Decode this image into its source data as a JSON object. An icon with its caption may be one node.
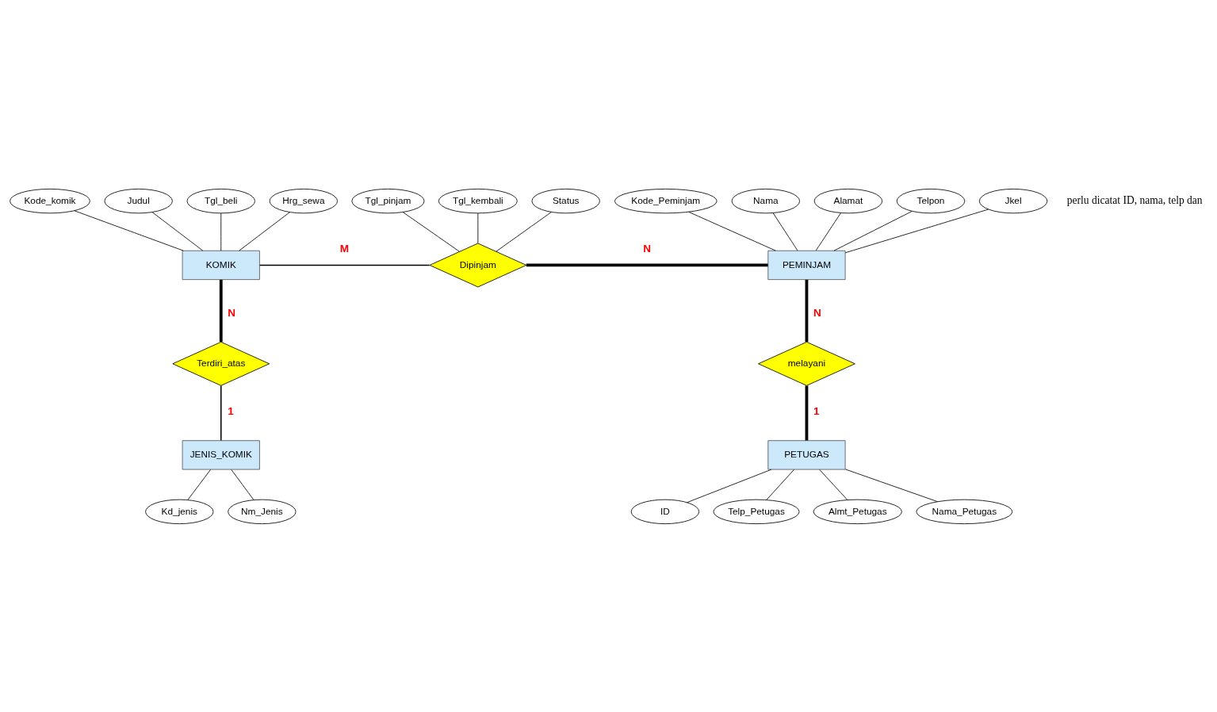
{
  "diagram": {
    "nodes": [
      {
        "text": [
          "KOMIK"
        ]
      },
      {
        "text": [
          "Kode_komik"
        ]
      },
      {
        "text": [
          "Judul"
        ]
      },
      {
        "text": [
          "Tgl_beli"
        ]
      },
      {
        "text": [
          "Hrg_sewa"
        ]
      },
      {
        "text": [
          "Dipinjam"
        ]
      },
      {
        "text": [
          "Tgl_pinjam"
        ]
      },
      {
        "text": [
          "Tgl_kembali"
        ]
      },
      {
        "text": [
          "Status"
        ]
      },
      {
        "text": [
          "PEMINJAM"
        ]
      },
      {
        "text": [
          "Kode_Peminjam"
        ]
      },
      {
        "text": [
          "Nama"
        ]
      },
      {
        "text": [
          "Alamat"
        ]
      },
      {
        "text": [
          "Telpon"
        ]
      },
      {
        "text": [
          "Jkel"
        ]
      },
      {
        "text": [
          "Terdiri_atas"
        ]
      },
      {
        "text": [
          "JENIS_KOMIK"
        ]
      },
      {
        "text": [
          "Kd_jenis"
        ]
      },
      {
        "text": [
          "Nm_Jenis"
        ]
      },
      {
        "text": [
          "melayani"
        ]
      },
      {
        "text": [
          "PETUGAS"
        ]
      },
      {
        "text": [
          "ID"
        ]
      },
      {
        "text": [
          "Telp_Petugas"
        ]
      },
      {
        "text": [
          "Almt_Petugas"
        ]
      },
      {
        "text": [
          "Nama_Petugas"
        ]
      }
    ],
    "edges": [
      {
        "from": 1,
        "to": 0,
        "arrow": "none"
      },
      {
        "from": 2,
        "to": 0,
        "arrow": "none"
      },
      {
        "from": 3,
        "to": 0,
        "arrow": "none"
      },
      {
        "from": 4,
        "to": 0,
        "arrow": "none"
      },
      {
        "from": 0,
        "to": 5,
        "arrow": "none",
        "label": "M"
      },
      {
        "from": 5,
        "to": 9,
        "arrow": "none",
        "label": "N",
        "style": "thick"
      },
      {
        "from": 6,
        "to": 5,
        "arrow": "none"
      },
      {
        "from": 7,
        "to": 5,
        "arrow": "none"
      },
      {
        "from": 8,
        "to": 5,
        "arrow": "none"
      },
      {
        "from": 10,
        "to": 9,
        "arrow": "none"
      },
      {
        "from": 11,
        "to": 9,
        "arrow": "none"
      },
      {
        "from": 12,
        "to": 9,
        "arrow": "none"
      },
      {
        "from": 13,
        "to": 9,
        "arrow": "none"
      },
      {
        "from": 14,
        "to": 9,
        "arrow": "none"
      },
      {
        "from": 0,
        "to": 15,
        "arrow": "none",
        "label": "N",
        "style": "thick"
      },
      {
        "from": 15,
        "to": 16,
        "arrow": "none",
        "label": "1"
      },
      {
        "from": 16,
        "to": 17,
        "arrow": "none"
      },
      {
        "from": 16,
        "to": 18,
        "arrow": "none"
      },
      {
        "from": 9,
        "to": 19,
        "arrow": "none",
        "label": "N",
        "style": "thick"
      },
      {
        "from": 19,
        "to": 20,
        "arrow": "none",
        "label": "1",
        "style": "thick"
      },
      {
        "from": 20,
        "to": 21,
        "arrow": "none"
      },
      {
        "from": 20,
        "to": 22,
        "arrow": "none"
      },
      {
        "from": 20,
        "to": 23,
        "arrow": "none"
      },
      {
        "from": 20,
        "to": 24,
        "arrow": "none"
      }
    ],
    "labels": [
      "perlu dicatat ID, nama, telp dan"
    ]
  }
}
